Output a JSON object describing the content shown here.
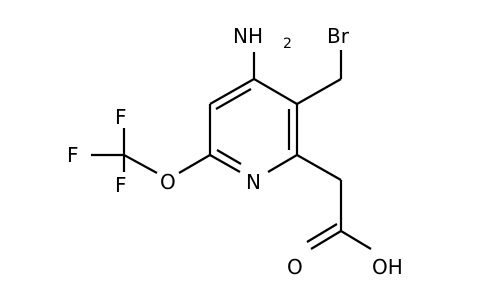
{
  "molecule": {
    "labels": {
      "amino_N": "NH",
      "amino_sub": "2",
      "bromine": "Br",
      "ring_N": "N",
      "ether_O": "O",
      "fluorine_top": "F",
      "fluorine_left": "F",
      "fluorine_bottom": "F",
      "carbonyl_O": "O",
      "hydroxyl": "OH"
    },
    "bond_color": "#000000",
    "background": "#ffffff"
  }
}
